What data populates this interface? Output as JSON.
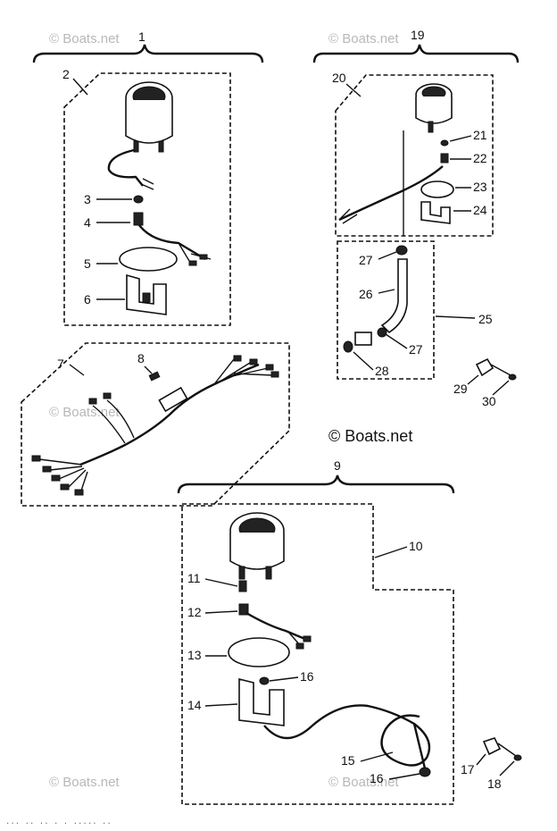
{
  "callouts": {
    "n1": "1",
    "n2": "2",
    "n3": "3",
    "n4": "4",
    "n5": "5",
    "n6": "6",
    "n7": "7",
    "n8": "8",
    "n9": "9",
    "n10": "10",
    "n11": "11",
    "n12": "12",
    "n13": "13",
    "n14": "14",
    "n15": "15",
    "n16a": "16",
    "n16b": "16",
    "n17": "17",
    "n18": "18",
    "n19": "19",
    "n20": "20",
    "n21": "21",
    "n22": "22",
    "n23": "23",
    "n24": "24",
    "n25": "25",
    "n26": "26",
    "n27a": "27",
    "n27b": "27",
    "n28": "28",
    "n29": "29",
    "n30": "30"
  },
  "copyright": "© Boats.net",
  "watermark": "© Boats.net",
  "footer_text": "··· ·· ·· ·  ·   ····· ··"
}
